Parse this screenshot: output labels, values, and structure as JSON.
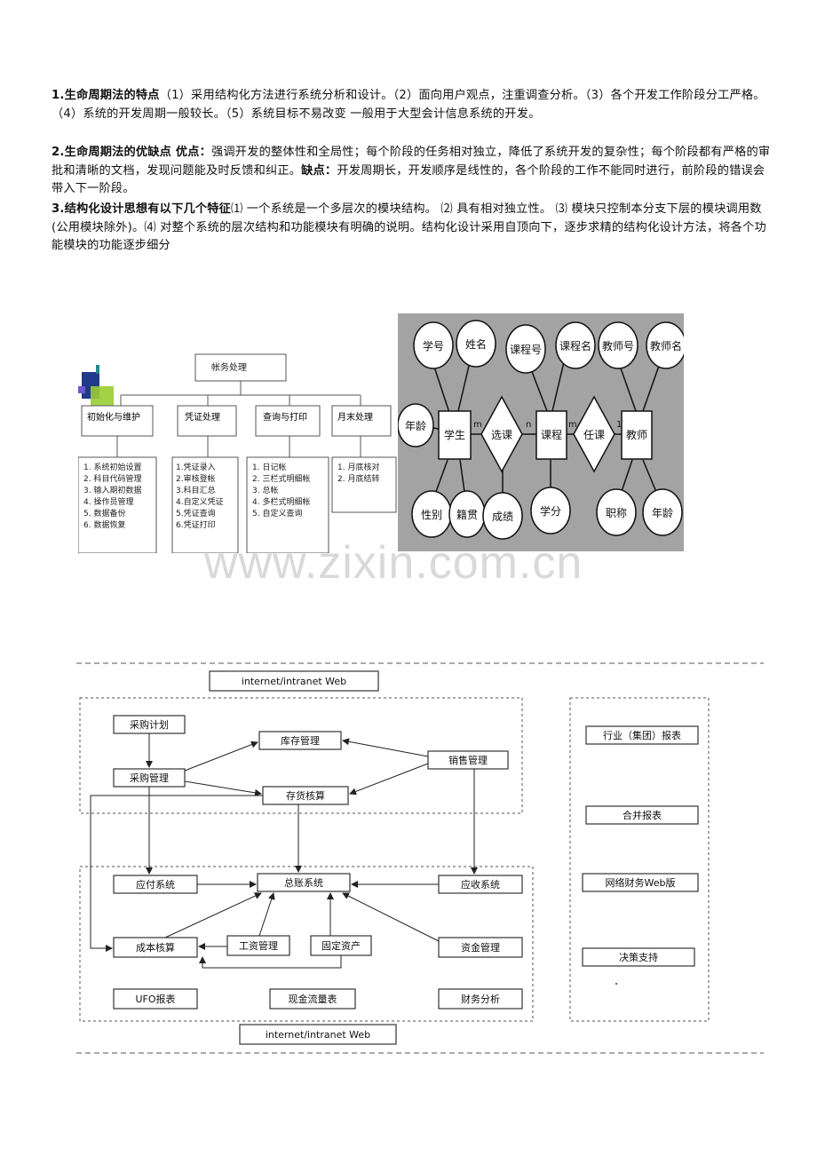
{
  "paragraphs": {
    "p1": {
      "heading": "1.生命周期法的特点",
      "body": "（1）采用结构化方法进行系统分析和设计。（2）面向用户观点，注重调查分析。（3）各个开发工作阶段分工严格。（4）系统的开发周期一般较长。（5）系统目标不易改变 一般用于大型会计信息系统的开发。"
    },
    "p2": {
      "heading": "2.生命周期法的优缺点 优点：",
      "body": "强调开发的整体性和全局性；每个阶段的任务相对独立，降低了系统开发的复杂性；每个阶段都有严格的审批和清晰的文档，发现问题能及时反馈和纠正。",
      "heading2": "缺点：",
      "body2": "开发周期长，开发顺序是线性的，各个阶段的工作不能同时进行，前阶段的错误会带入下一阶段。"
    },
    "p3": {
      "heading": "3.结构化设计思想有以下几个特征",
      "body": "⑴ 一个系统是一个多层次的模块结构。 ⑵ 具有相对独立性。 ⑶ 模块只控制本分支下层的模块调用数(公用模块除外)。⑷ 对整个系统的层次结构和功能模块有明确的说明。结构化设计采用自顶向下，逐步求精的结构化设计方法，将各个功能模块的功能逐步细分"
    }
  },
  "tree": {
    "root": "帐务处理",
    "branches": [
      {
        "label": "初始化与维护",
        "items": [
          "1. 系统初始设置",
          "2. 科目代码管理",
          "3. 输入期初数据",
          "4. 操作员管理",
          "5. 数据备份",
          "6. 数据恢复"
        ]
      },
      {
        "label": "凭证处理",
        "items": [
          "1.凭证录入",
          "2.审核登帐",
          "3.科目汇总",
          "4.自定义凭证",
          "5.凭证查询",
          "6.凭证打印"
        ]
      },
      {
        "label": "查询与打印",
        "items": [
          "1. 日记帐",
          "2. 三栏式明细帐",
          "3. 总帐",
          "4. 多栏式明细帐",
          "5. 自定义查询"
        ]
      },
      {
        "label": "月末处理",
        "items": [
          "1. 月底核对",
          "2. 月底结转"
        ]
      }
    ]
  },
  "er": {
    "entities": [
      "学生",
      "课程",
      "教师"
    ],
    "relations": [
      "选课",
      "任课"
    ],
    "attributes": [
      "学号",
      "姓名",
      "课程号",
      "课程名",
      "教师号",
      "教师名",
      "年龄",
      "性别",
      "籍贯",
      "成绩",
      "学分",
      "职称",
      "年龄"
    ],
    "cardinalities": [
      "m",
      "n",
      "m",
      "1"
    ]
  },
  "watermark": "www.zixin.com.cn",
  "system": {
    "web_top": "internet/intranet Web",
    "web_bottom": "internet/intranet Web",
    "upper": [
      "采购计划",
      "库存管理",
      "采购管理",
      "存货核算",
      "销售管理"
    ],
    "lower": [
      "应付系统",
      "总账系统",
      "应收系统",
      "成本核算",
      "工资管理",
      "固定资产",
      "资金管理",
      "UFO报表",
      "现金流量表",
      "财务分析"
    ],
    "right": [
      "行业（集团）报表",
      "合并报表",
      "网络财务Web版",
      "决策支持"
    ]
  }
}
